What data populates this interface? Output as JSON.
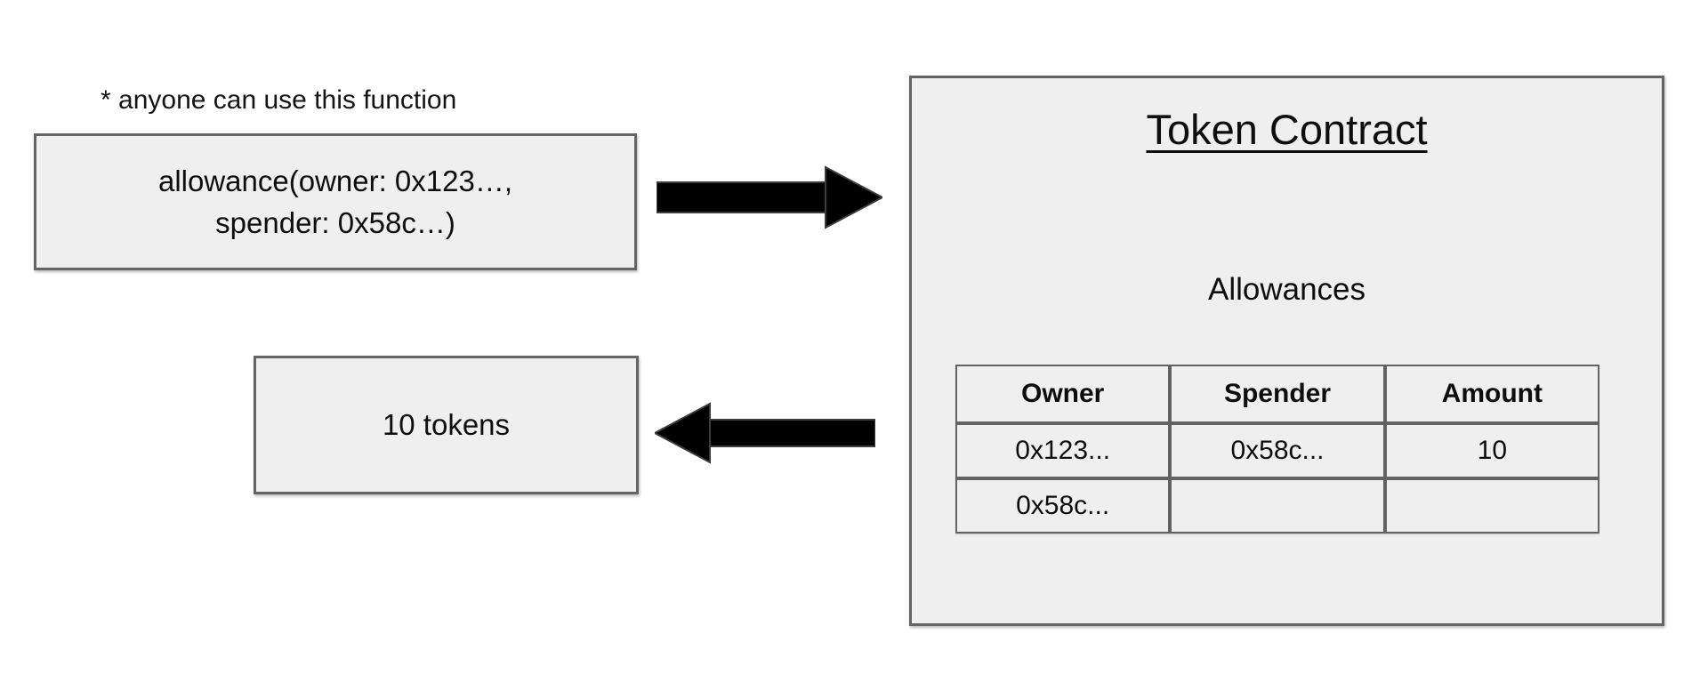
{
  "note_text": "* anyone can use this function",
  "call_box": {
    "line1": "allowance(owner: 0x123…,",
    "line2": "spender: 0x58c…)"
  },
  "result_box": {
    "label": "10 tokens"
  },
  "contract_box": {
    "title": "Token Contract",
    "section_label": "Allowances",
    "table": {
      "headers": [
        "Owner",
        "Spender",
        "Amount"
      ],
      "rows": [
        [
          "0x123...",
          "0x58c...",
          "10"
        ],
        [
          "0x58c...",
          "",
          ""
        ]
      ]
    }
  },
  "icons": {
    "right_arrow": "arrow-right-icon",
    "left_arrow": "arrow-left-icon"
  },
  "colors": {
    "background": "#ffffff",
    "box_fill": "#efefef",
    "box_border": "#646464",
    "arrow_fill": "#000000",
    "text": "#0e0e0e"
  }
}
